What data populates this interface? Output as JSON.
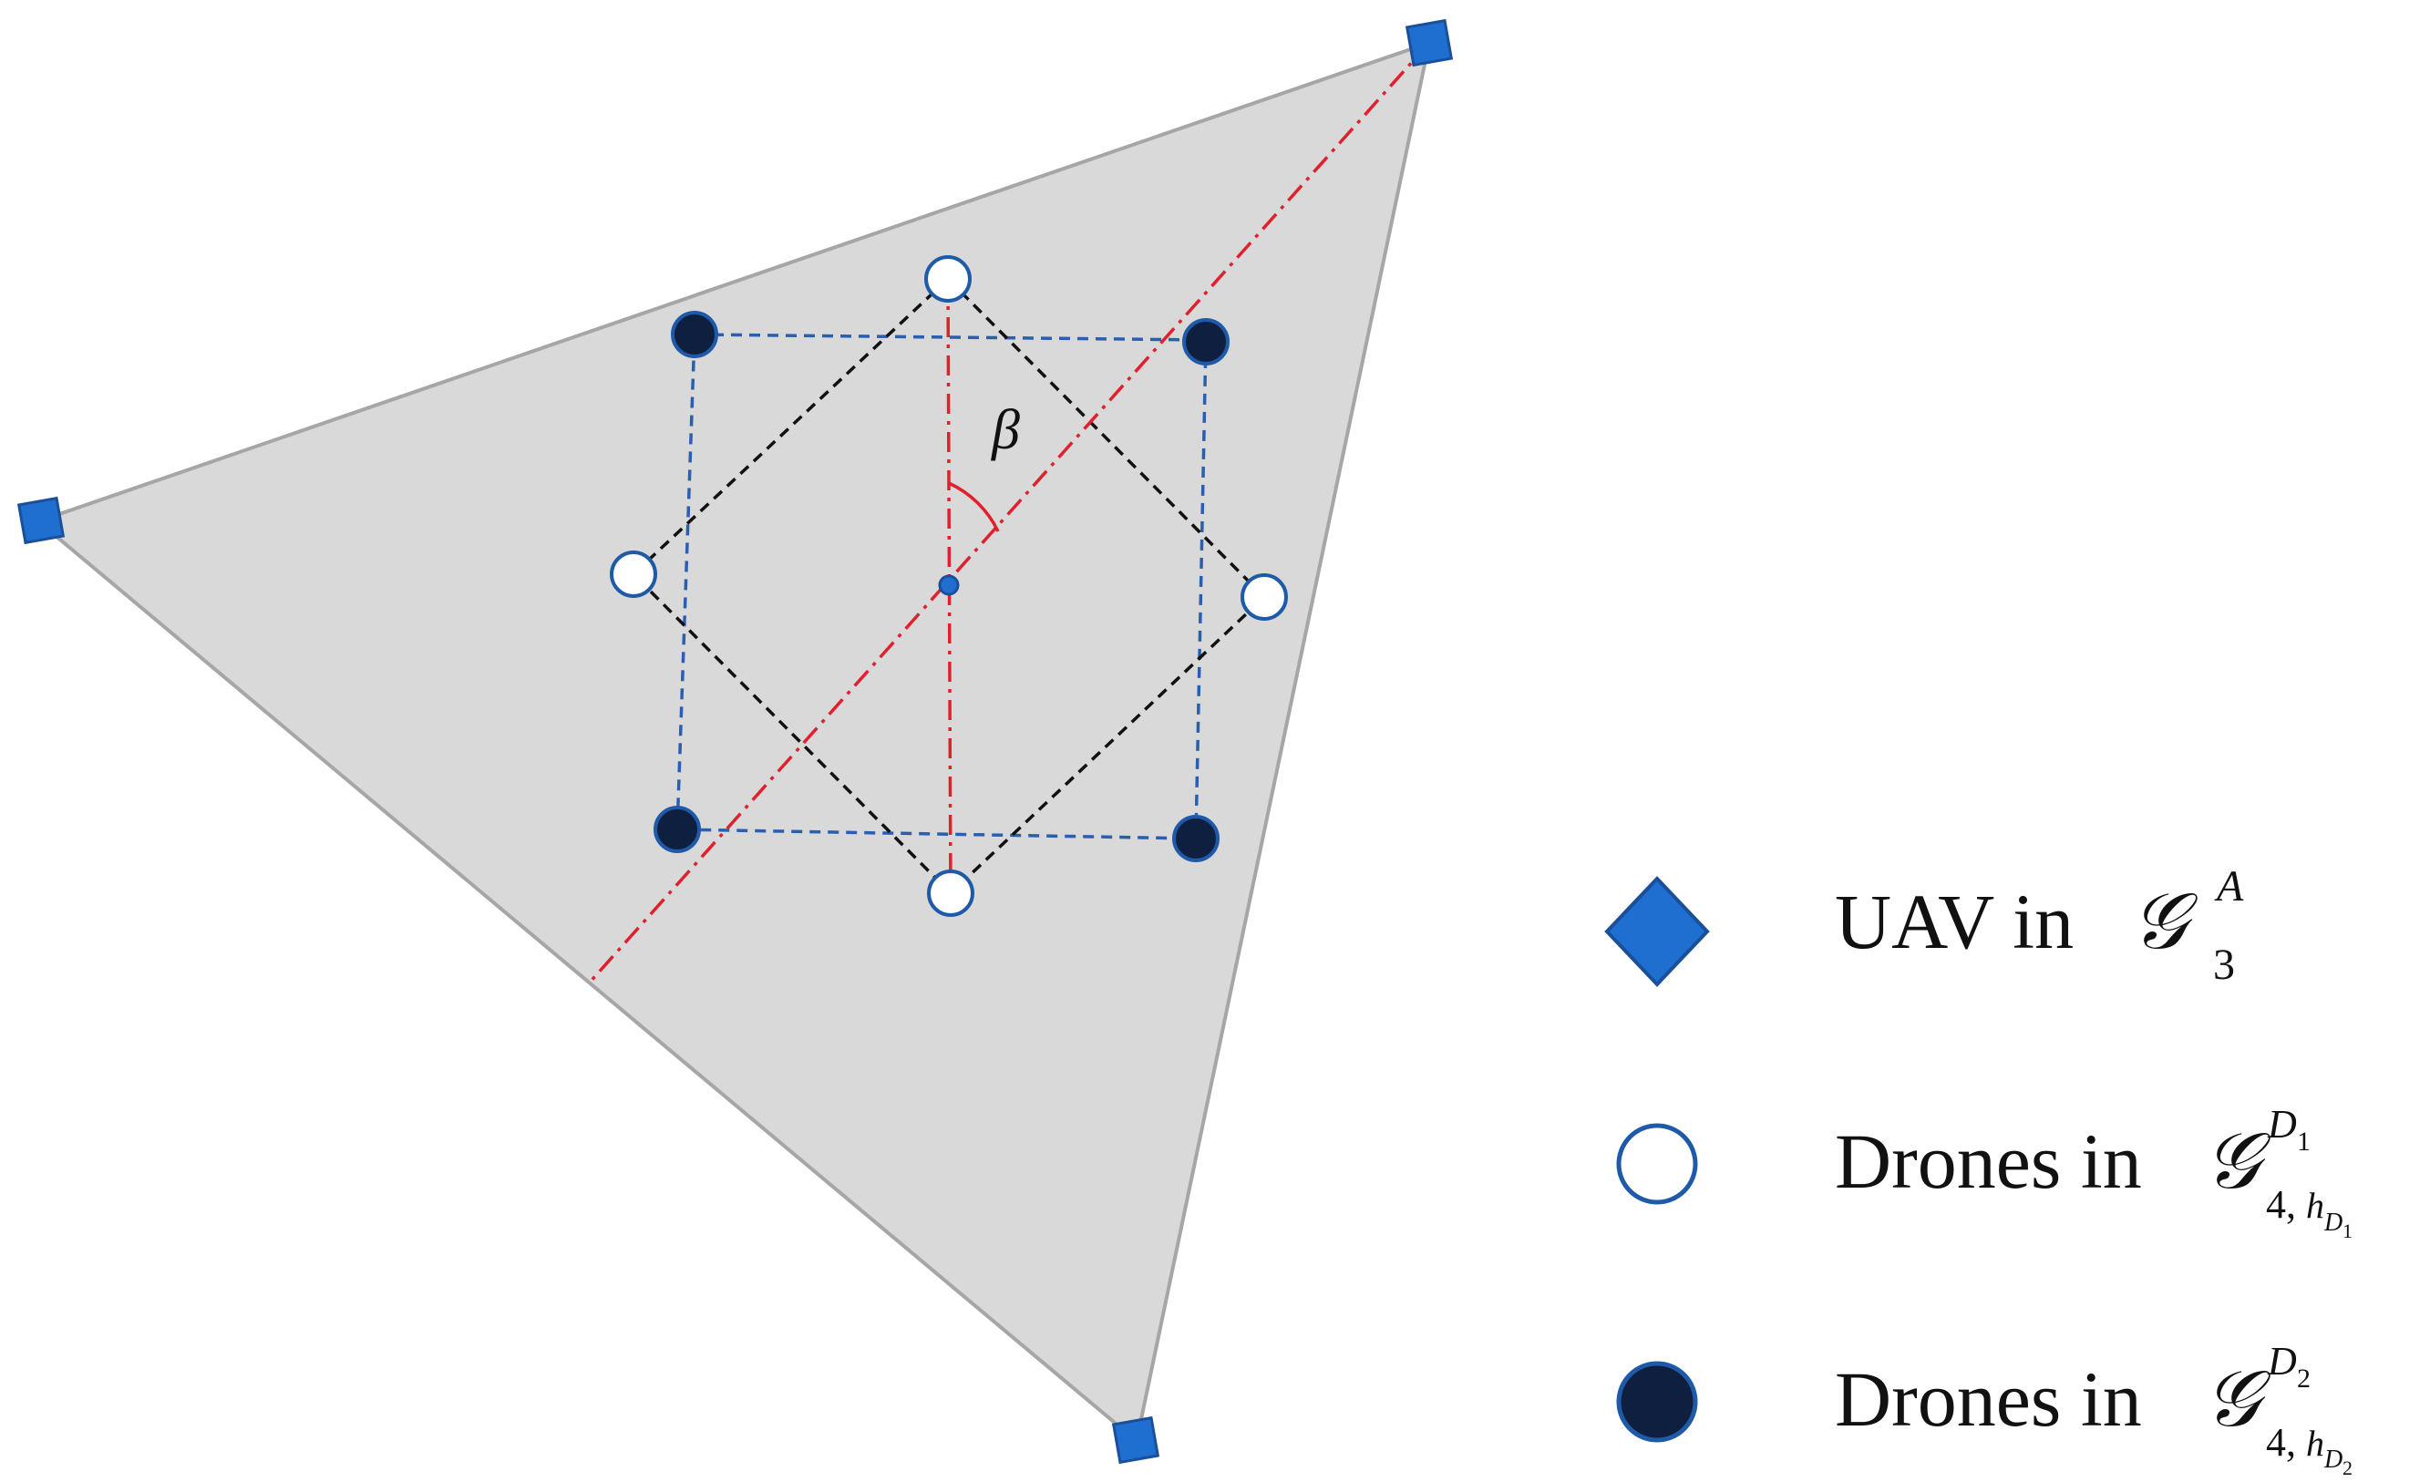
{
  "diagram": {
    "angle_label": "β",
    "colors": {
      "triangle_fill": "#d9d9d9",
      "triangle_edge": "#a6a6a6",
      "uav_fill": "#1f6fd1",
      "uav_stroke": "#1a4f99",
      "drone_outline": "#1e5aa8",
      "drone_dark_fill": "#0f1f40",
      "blue_dash": "#2a5fb0",
      "black_dash": "#111111",
      "red_dashdot": "#e0202c"
    }
  },
  "legend": {
    "items": [
      {
        "marker": "blue-diamond",
        "label": "UAV in",
        "symbol": "𝒢",
        "sub": "3",
        "sup": "A"
      },
      {
        "marker": "hollow-circle",
        "label": "Drones in",
        "symbol": "𝒢",
        "sub": "4,",
        "sub_h": "h",
        "sub_h_sub": "D",
        "sub_h_sub2": "1",
        "sup": "D",
        "sup_sub": "1"
      },
      {
        "marker": "filled-circle",
        "label": "Drones in",
        "symbol": "𝒢",
        "sub": "4,",
        "sub_h": "h",
        "sub_h_sub": "D",
        "sub_h_sub2": "2",
        "sup": "D",
        "sup_sub": "2"
      }
    ]
  }
}
